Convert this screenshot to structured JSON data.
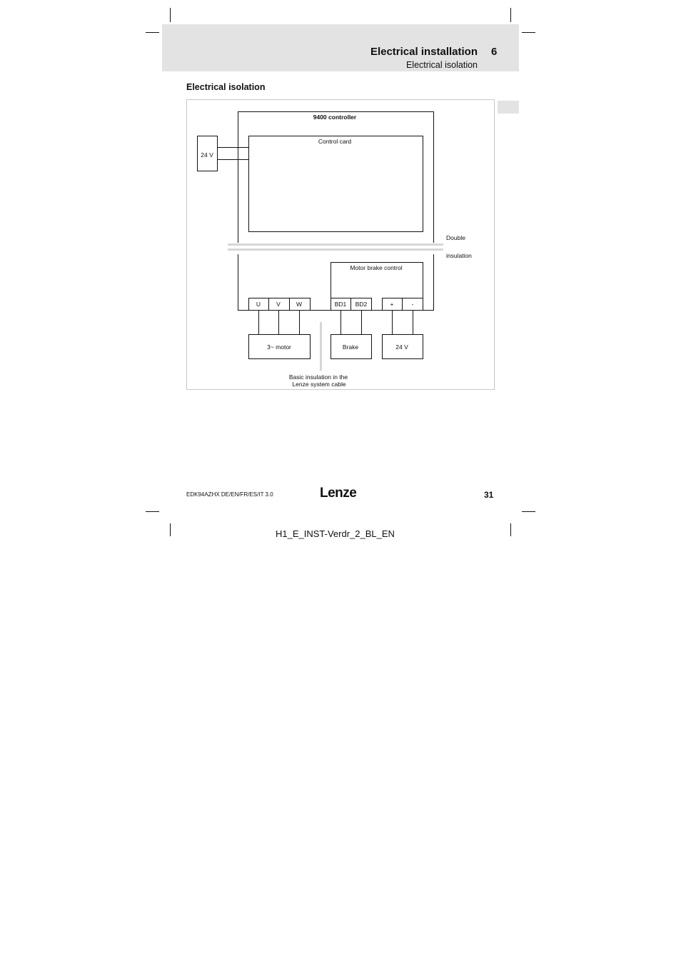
{
  "header": {
    "chapter_title": "Electrical installation",
    "chapter_number": "6",
    "subtitle": "Electrical isolation"
  },
  "section": {
    "heading": "Electrical isolation"
  },
  "diagram": {
    "controller_label": "9400 controller",
    "control_card_label": "Control card",
    "supply_24v_left": "24 V",
    "double_insulation_line1": "Double",
    "double_insulation_line2": "insulation",
    "motor_brake_control_label": "Motor brake control",
    "terminals": [
      "U",
      "V",
      "W",
      "BD1",
      "BD2",
      "+",
      "-"
    ],
    "motor_label": "3~ motor",
    "brake_label": "Brake",
    "supply_24v_bottom": "24 V",
    "basic_insulation_line1": "Basic insulation in the",
    "basic_insulation_line2": "Lenze system cable"
  },
  "footer": {
    "doc_code": "EDK94AZHX  DE/EN/FR/ES/IT  3.0",
    "logo_text": "Lenze",
    "page_number": "31"
  },
  "job_id": "H1_E_INST-Verdr_2_BL_EN"
}
